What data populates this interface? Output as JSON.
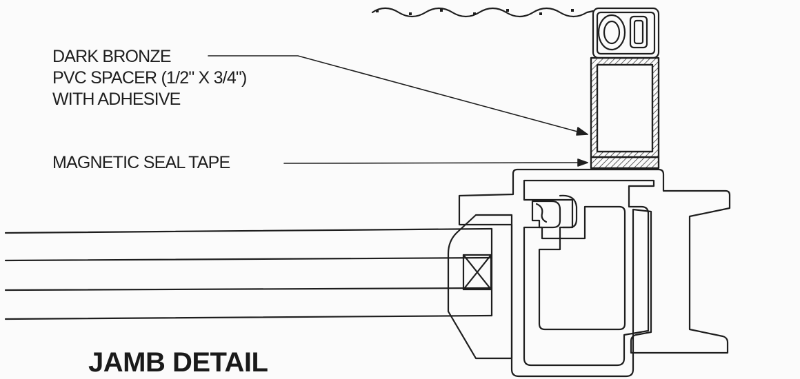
{
  "diagram": {
    "title": "JAMB DETAIL",
    "labels": {
      "spacer_line1": "DARK BRONZE",
      "spacer_line2": "PVC SPACER (1/2\" X 3/4\")",
      "spacer_line3": "WITH ADHESIVE",
      "seal": "MAGNETIC SEAL TAPE"
    },
    "colors": {
      "ink": "#1e1e1e",
      "paper": "#fbfbfb"
    }
  }
}
